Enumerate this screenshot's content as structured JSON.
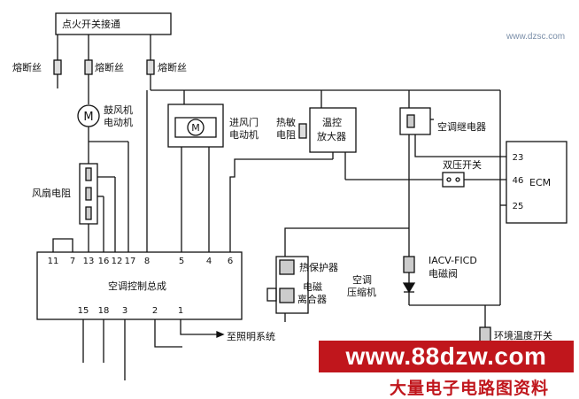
{
  "labels": {
    "ignition": "点火开关接通",
    "fuse1": "熔断丝",
    "fuse2": "熔断丝",
    "fuse3": "熔断丝",
    "blower1": "鼓风机",
    "blower2": "电动机",
    "intake1": "进风门",
    "intake2": "电动机",
    "thermistor1": "热敏",
    "thermistor2": "电阻",
    "thermoamp1": "温控",
    "thermoamp2": "放大器",
    "ac_relay": "空调继电器",
    "dual_pressure": "双压开关",
    "ecm": "ECM",
    "fan_resistor": "风扇电阻",
    "controller": "空调控制总成",
    "thermal_protector": "热保护器",
    "clutch1": "电磁",
    "clutch2": "离合器",
    "compressor1": "空调",
    "compressor2": "压缩机",
    "iacv1": "IACV-FICD",
    "iacv2": "电磁阀",
    "lighting": "至照明系统",
    "ambient_switch": "环境温度开关"
  },
  "pins": {
    "top": [
      "11",
      "7",
      "13",
      "16",
      "12",
      "17",
      "8",
      "5",
      "4",
      "6"
    ],
    "bottom": [
      "15",
      "18",
      "3",
      "2",
      "1"
    ],
    "ecm": [
      "23",
      "46",
      "25"
    ]
  },
  "motor_symbol": "M",
  "watermark": "www.dzsc.com",
  "banner": "www.88dzw.com",
  "banner_sub": "大量电子电路图资料"
}
